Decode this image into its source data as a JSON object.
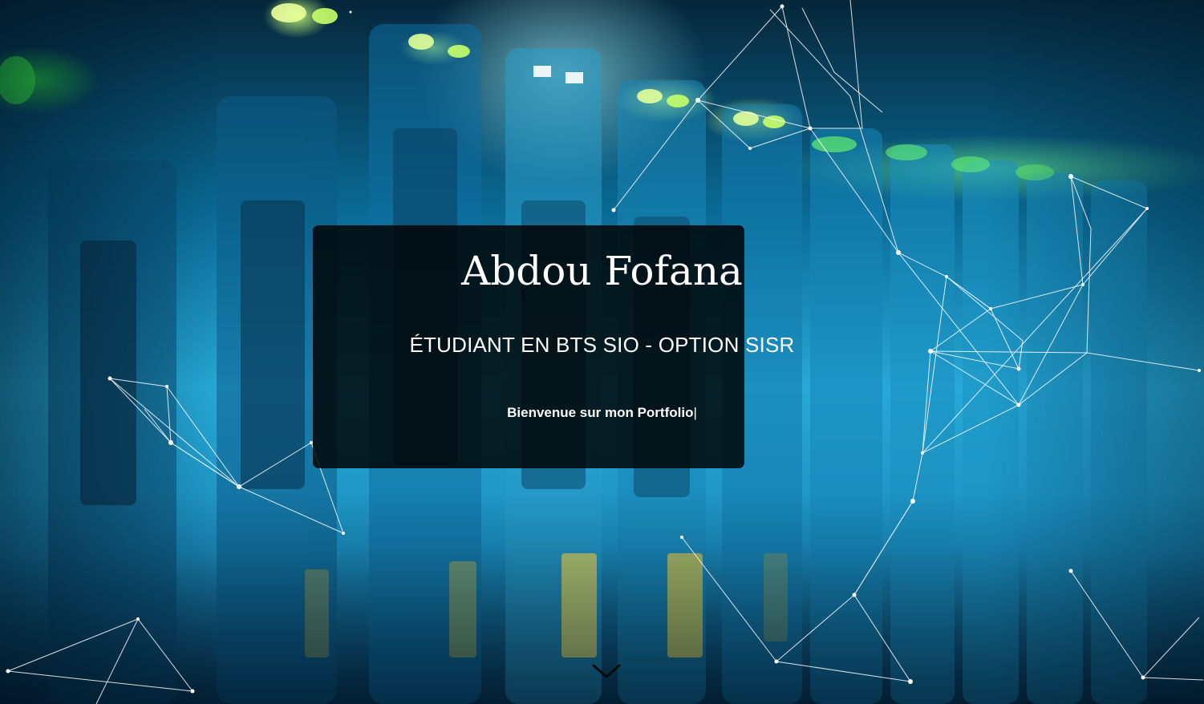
{
  "hero": {
    "name": "Abdou Fofana",
    "subtitle": "ÉTUDIANT EN BTS SIO - OPTION SISR",
    "welcome": "Bienvenue sur mon Portfolio",
    "cursor": "|"
  },
  "scroll_icon": "chevron-down-icon",
  "colors": {
    "card_background": "#000000",
    "text": "#ffffff",
    "network_lines": "#ffffff"
  }
}
